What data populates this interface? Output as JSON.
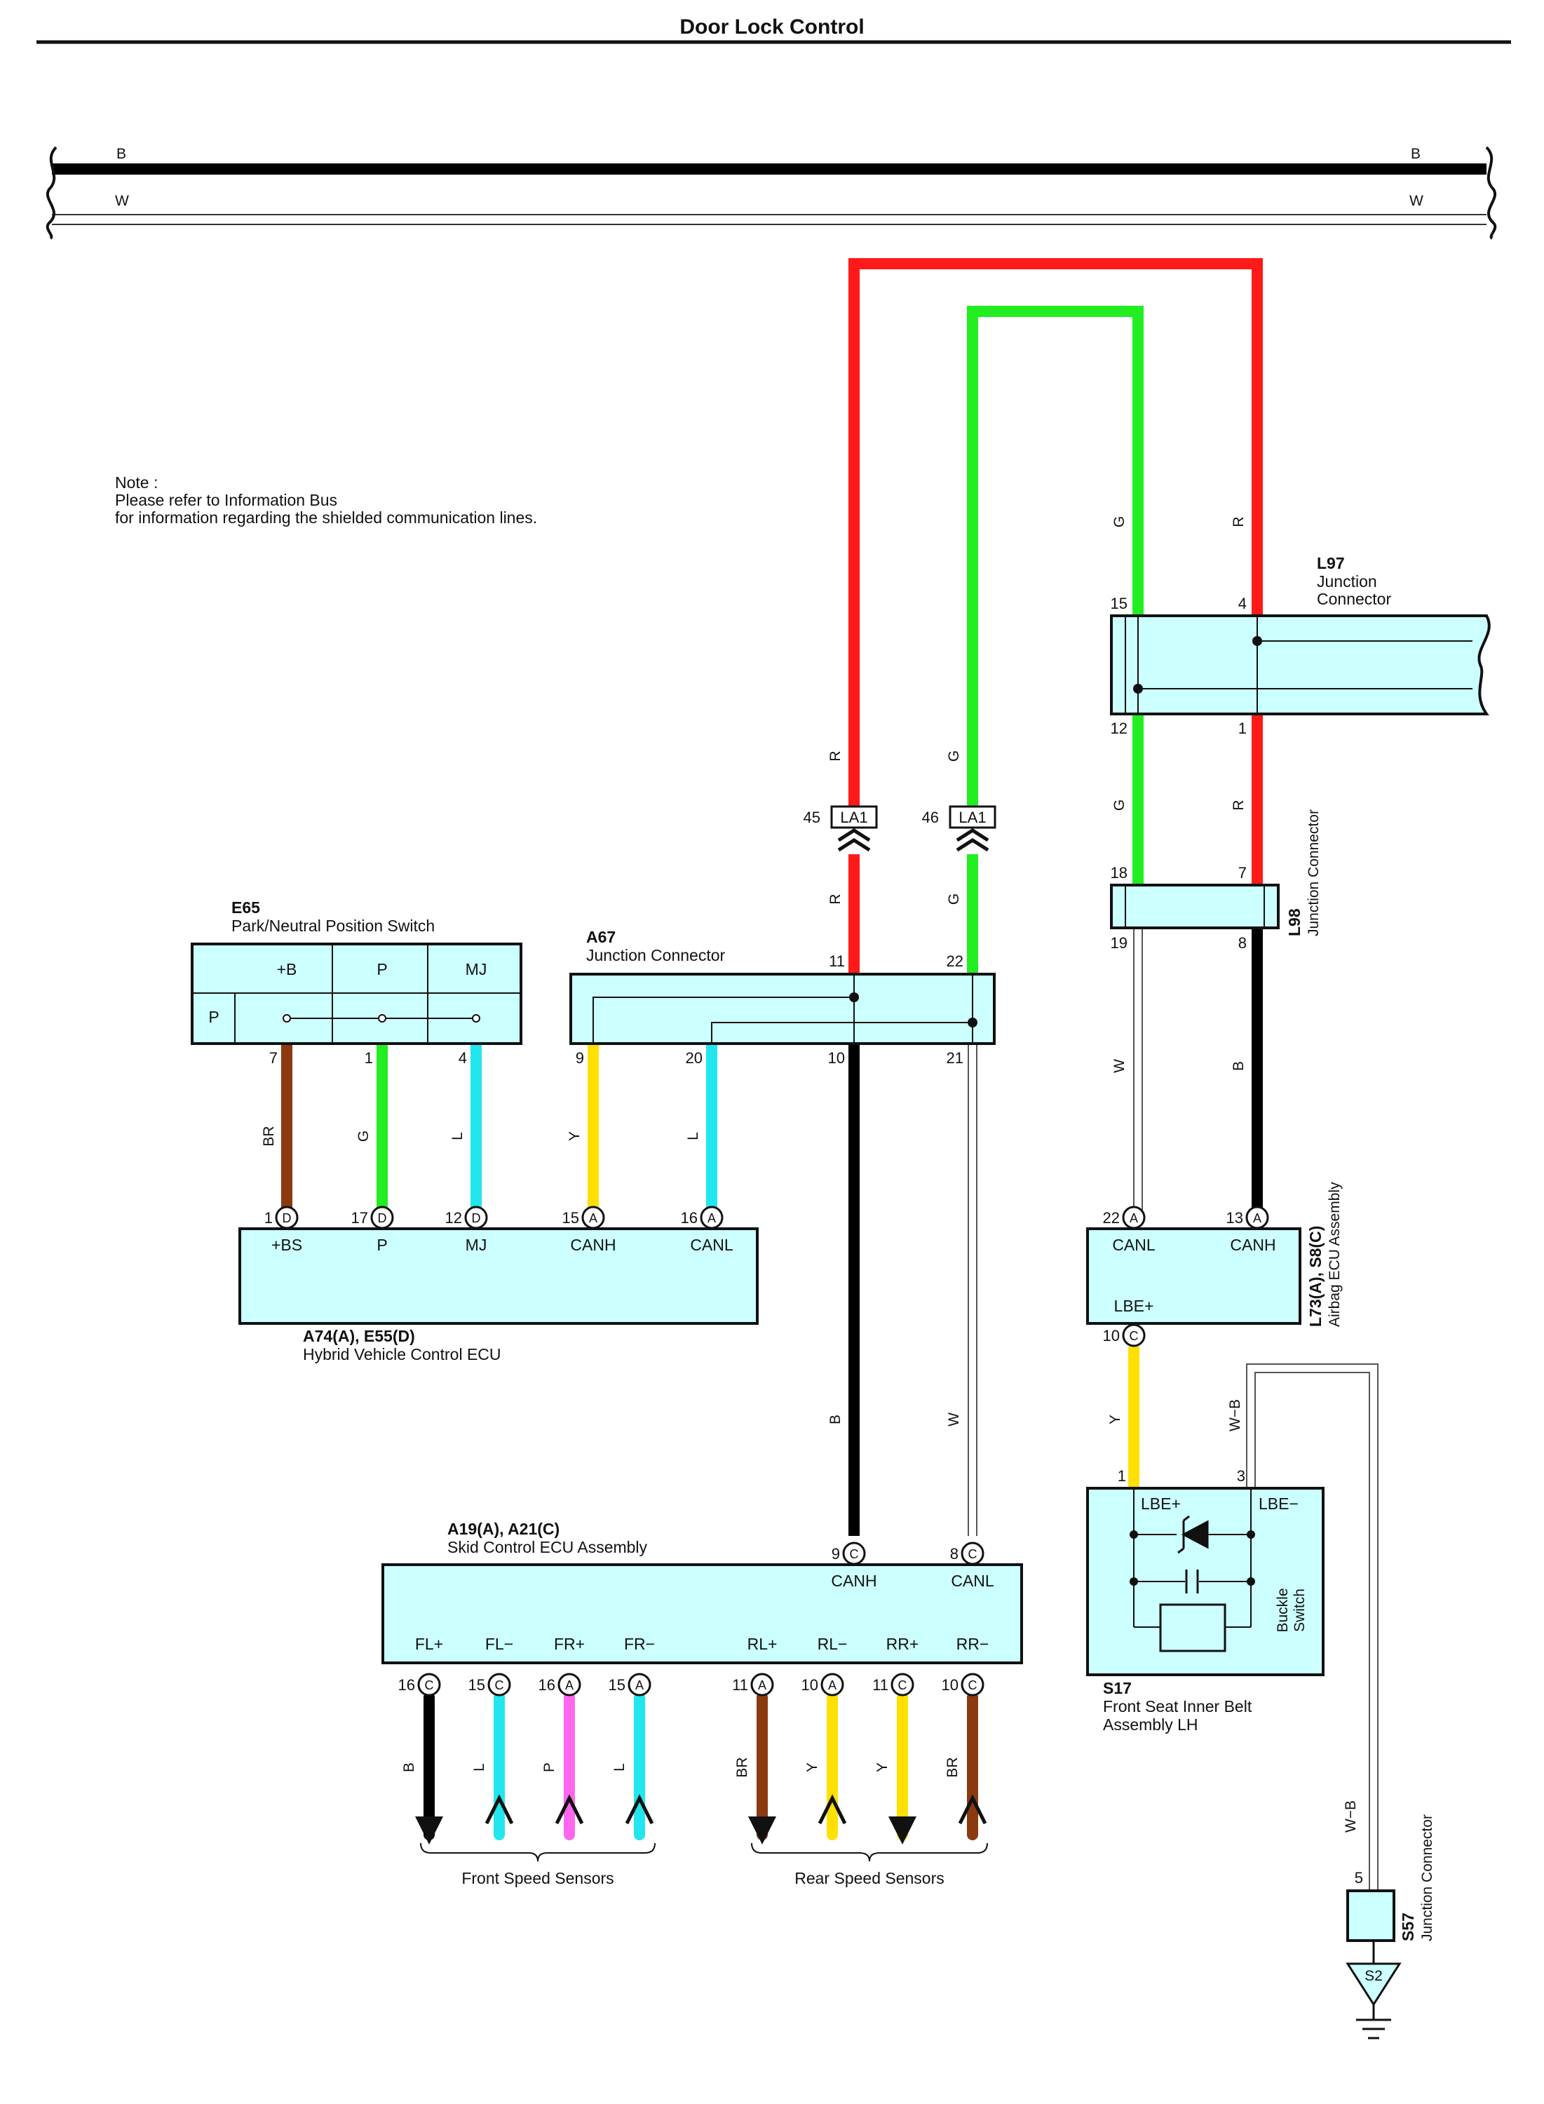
{
  "title": "Door Lock Control",
  "bus": {
    "upper_label": "B",
    "lower_label": "W"
  },
  "note": {
    "line1": "Note :",
    "line2": "Please refer to Information Bus",
    "line3": "for information regarding the shielded communication lines."
  },
  "components": {
    "e65": {
      "id": "E65",
      "name": "Park/Neutral Position Switch",
      "row_label": "P",
      "terminals": [
        "+B",
        "P",
        "MJ"
      ],
      "pins": [
        "7",
        "1",
        "4"
      ]
    },
    "a67": {
      "id": "A67",
      "name": "Junction Connector",
      "pins_top": [
        "11",
        "22"
      ],
      "pins_bottom": [
        "9",
        "20",
        "10",
        "21"
      ]
    },
    "ecu": {
      "id": "A74(A), E55(D)",
      "name": "Hybrid Vehicle Control ECU",
      "terminals": [
        {
          "pin": "1",
          "conn": "D",
          "label": "+BS"
        },
        {
          "pin": "17",
          "conn": "D",
          "label": "P"
        },
        {
          "pin": "12",
          "conn": "D",
          "label": "MJ"
        },
        {
          "pin": "15",
          "conn": "A",
          "label": "CANH"
        },
        {
          "pin": "16",
          "conn": "A",
          "label": "CANL"
        }
      ]
    },
    "la1": {
      "label": "LA1",
      "pins": [
        "45",
        "46"
      ]
    },
    "l97": {
      "id": "L97",
      "line1": "Junction",
      "line2": "Connector",
      "pins_top": [
        "15",
        "4"
      ],
      "pins_bottom": [
        "12",
        "1"
      ]
    },
    "l98": {
      "id": "L98",
      "name": "Junction Connector",
      "pins_top": [
        "18",
        "7"
      ],
      "pins_bottom": [
        "19",
        "8"
      ]
    },
    "airbag": {
      "id": "L73(A), S8(C)",
      "name": "Airbag ECU Assembly",
      "terminals": [
        {
          "pin": "22",
          "conn": "A",
          "label": "CANL"
        },
        {
          "pin": "13",
          "conn": "A",
          "label": "CANH"
        },
        {
          "pin": "10",
          "conn": "C",
          "label": "LBE+"
        }
      ]
    },
    "skid": {
      "id": "A19(A), A21(C)",
      "name": "Skid Control ECU Assembly",
      "top_terminals": [
        {
          "pin": "9",
          "conn": "C",
          "label": "CANH"
        },
        {
          "pin": "8",
          "conn": "C",
          "label": "CANL"
        }
      ],
      "bottom_terminals": [
        {
          "pin": "16",
          "conn": "C",
          "label": "FL+",
          "wire": "B"
        },
        {
          "pin": "15",
          "conn": "C",
          "label": "FL−",
          "wire": "L"
        },
        {
          "pin": "16",
          "conn": "A",
          "label": "FR+",
          "wire": "P"
        },
        {
          "pin": "15",
          "conn": "A",
          "label": "FR−",
          "wire": "L"
        },
        {
          "pin": "11",
          "conn": "A",
          "label": "RL+",
          "wire": "BR"
        },
        {
          "pin": "10",
          "conn": "A",
          "label": "RL−",
          "wire": "Y"
        },
        {
          "pin": "11",
          "conn": "C",
          "label": "RR+",
          "wire": "Y"
        },
        {
          "pin": "10",
          "conn": "C",
          "label": "RR−",
          "wire": "BR"
        }
      ]
    },
    "s17": {
      "id": "S17",
      "line1": "Front Seat Inner Belt",
      "line2": "Assembly LH",
      "term_left": "LBE+",
      "term_right": "LBE−",
      "switch_line1": "Buckle",
      "switch_line2": "Switch",
      "pins": [
        "1",
        "3"
      ]
    },
    "s57": {
      "id": "S57",
      "name": "Junction Connector",
      "pin": "5"
    },
    "ground": {
      "label": "S2"
    }
  },
  "wire_labels": {
    "red": "R",
    "green": "G",
    "white": "W",
    "black": "B",
    "brown": "BR",
    "blue": "L",
    "yellow": "Y",
    "wb": "W−B"
  },
  "groups": {
    "front": "Front Speed Sensors",
    "rear": "Rear Speed Sensors"
  },
  "colors": {
    "R": "#ff1a1a",
    "G": "#22ee22",
    "B": "#000000",
    "W": "#ffffff",
    "BR": "#8b3a10",
    "L": "#22e6ee",
    "Y": "#ffe000",
    "P": "#ff66ee",
    "box_fill": "#ccffff"
  }
}
